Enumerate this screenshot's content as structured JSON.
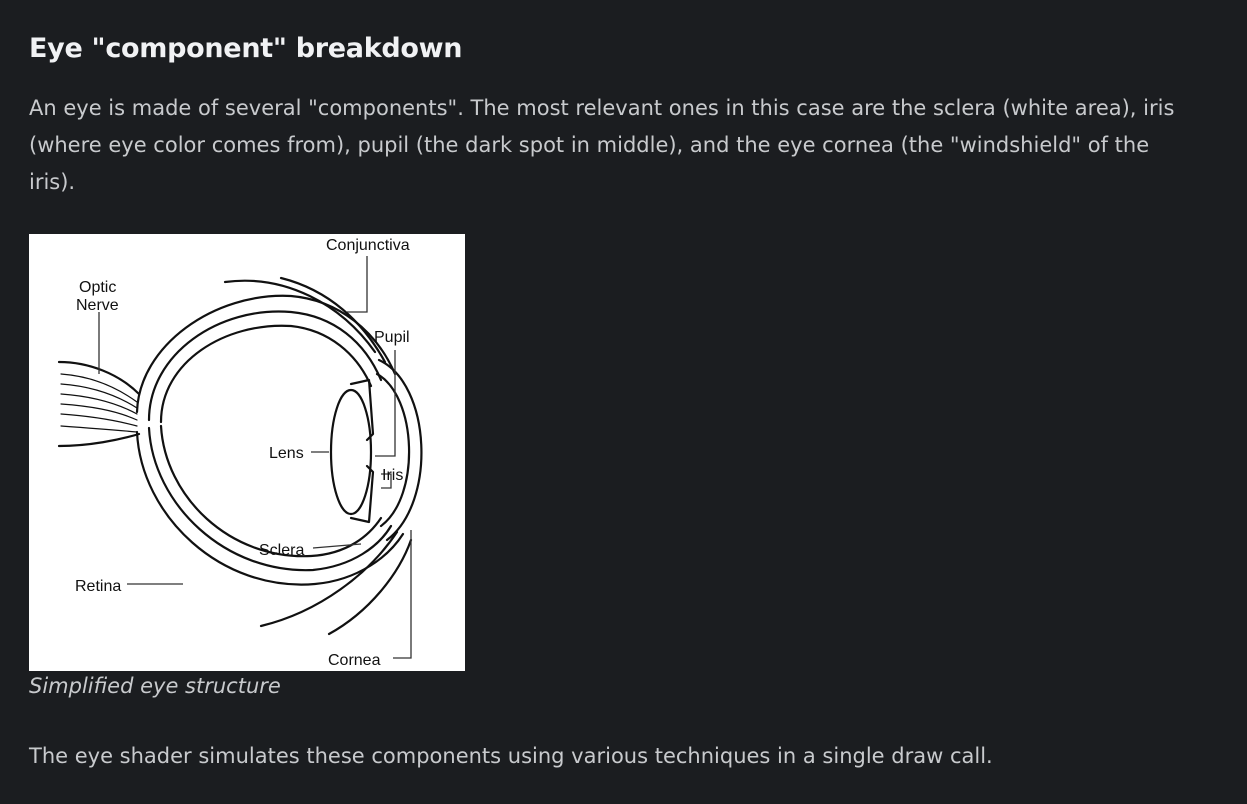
{
  "section": {
    "heading": "Eye \"component\" breakdown",
    "intro": "An eye is made of several \"components\". The most relevant ones in this case are the sclera (white area), iris (where eye color comes from), pupil (the dark spot in middle), and the eye cornea (the \"windshield\" of the iris).",
    "outro": "The eye shader simulates these components using various techniques in a single draw call."
  },
  "figure": {
    "caption": "Simplified eye structure",
    "labels": {
      "conjunctiva": "Conjunctiva",
      "optic": "Optic",
      "nerve": "Nerve",
      "pupil": "Pupil",
      "lens": "Lens",
      "iris": "Iris",
      "sclera": "Sclera",
      "retina": "Retina",
      "cornea": "Cornea"
    }
  },
  "colors": {
    "background": "#1b1d20",
    "heading_text": "#f1f2f4",
    "body_text": "#c8cacd",
    "figure_background": "#ffffff"
  }
}
